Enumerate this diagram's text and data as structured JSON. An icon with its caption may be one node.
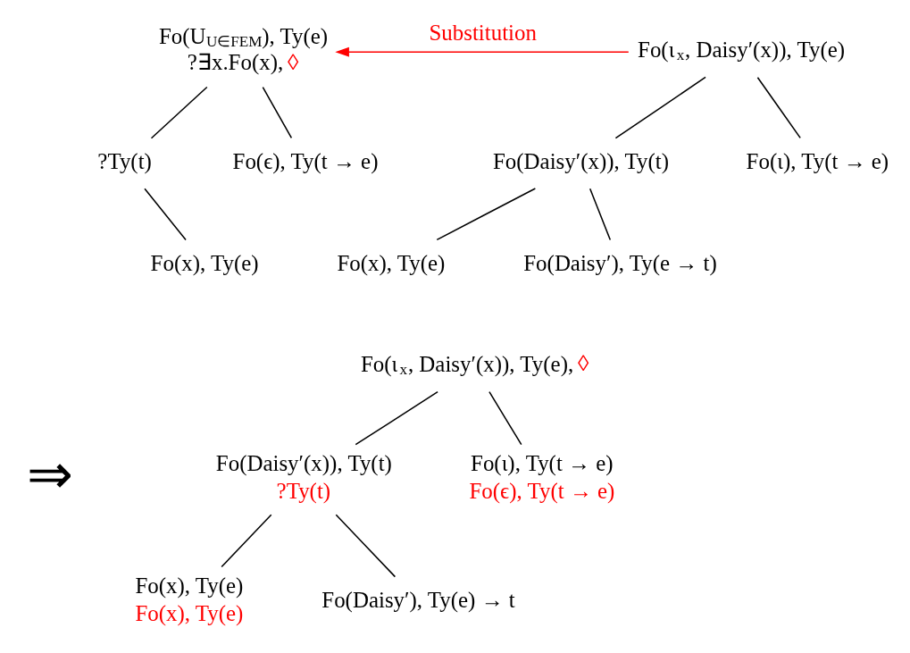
{
  "diagram": {
    "nodes": [
      {
        "text": [
          "Fo(U$_{U∈FEM}$), Ty(e)",
          "?∃x.Fo(x),",
          "◊"
        ]
      },
      {
        "text": [
          "?Ty(t)"
        ]
      },
      {
        "text": [
          "Fo(ϵ), Ty(t → e)"
        ]
      },
      {
        "text": [
          "Fo(x), Ty(e)"
        ]
      },
      {
        "text": [
          "Fo(ι$_{x}$, Daisy′(x)), Ty(e)"
        ]
      },
      {
        "text": [
          "Fo(Daisy′(x)), Ty(t)"
        ]
      },
      {
        "text": [
          "Fo(ι), Ty(t → e)"
        ]
      },
      {
        "text": [
          "Fo(x), Ty(e)"
        ]
      },
      {
        "text": [
          "Fo(Daisy′), Ty(e → t)"
        ]
      },
      {
        "text": [
          "Fo(ι$_{x}$, Daisy′(x)), Ty(e),",
          "◊"
        ]
      },
      {
        "text": [
          "Fo(Daisy′(x)), Ty(t)",
          "?Ty(t)"
        ]
      },
      {
        "text": [
          "Fo(ι), Ty(t → e)",
          "Fo(ϵ), Ty(t → e)"
        ]
      },
      {
        "text": [
          "Fo(x), Ty(e)",
          "Fo(x), Ty(e)"
        ]
      },
      {
        "text": [
          "Fo(Daisy′), Ty(e) → t"
        ]
      }
    ],
    "edges": [
      {
        "from": 0,
        "to": 1,
        "arrow": "none"
      },
      {
        "from": 0,
        "to": 2,
        "arrow": "none"
      },
      {
        "from": 1,
        "to": 3,
        "arrow": "none"
      },
      {
        "from": 4,
        "to": 0,
        "arrow": "to",
        "label": "Substitution",
        "color": "#ff0000"
      },
      {
        "from": 4,
        "to": 5,
        "arrow": "none"
      },
      {
        "from": 4,
        "to": 6,
        "arrow": "none"
      },
      {
        "from": 5,
        "to": 7,
        "arrow": "none"
      },
      {
        "from": 5,
        "to": 8,
        "arrow": "none"
      },
      {
        "from": 9,
        "to": 10,
        "arrow": "none"
      },
      {
        "from": 9,
        "to": 11,
        "arrow": "none"
      },
      {
        "from": 10,
        "to": 12,
        "arrow": "none"
      },
      {
        "from": 10,
        "to": 13,
        "arrow": "none"
      }
    ],
    "labels": [
      "⇒"
    ]
  }
}
